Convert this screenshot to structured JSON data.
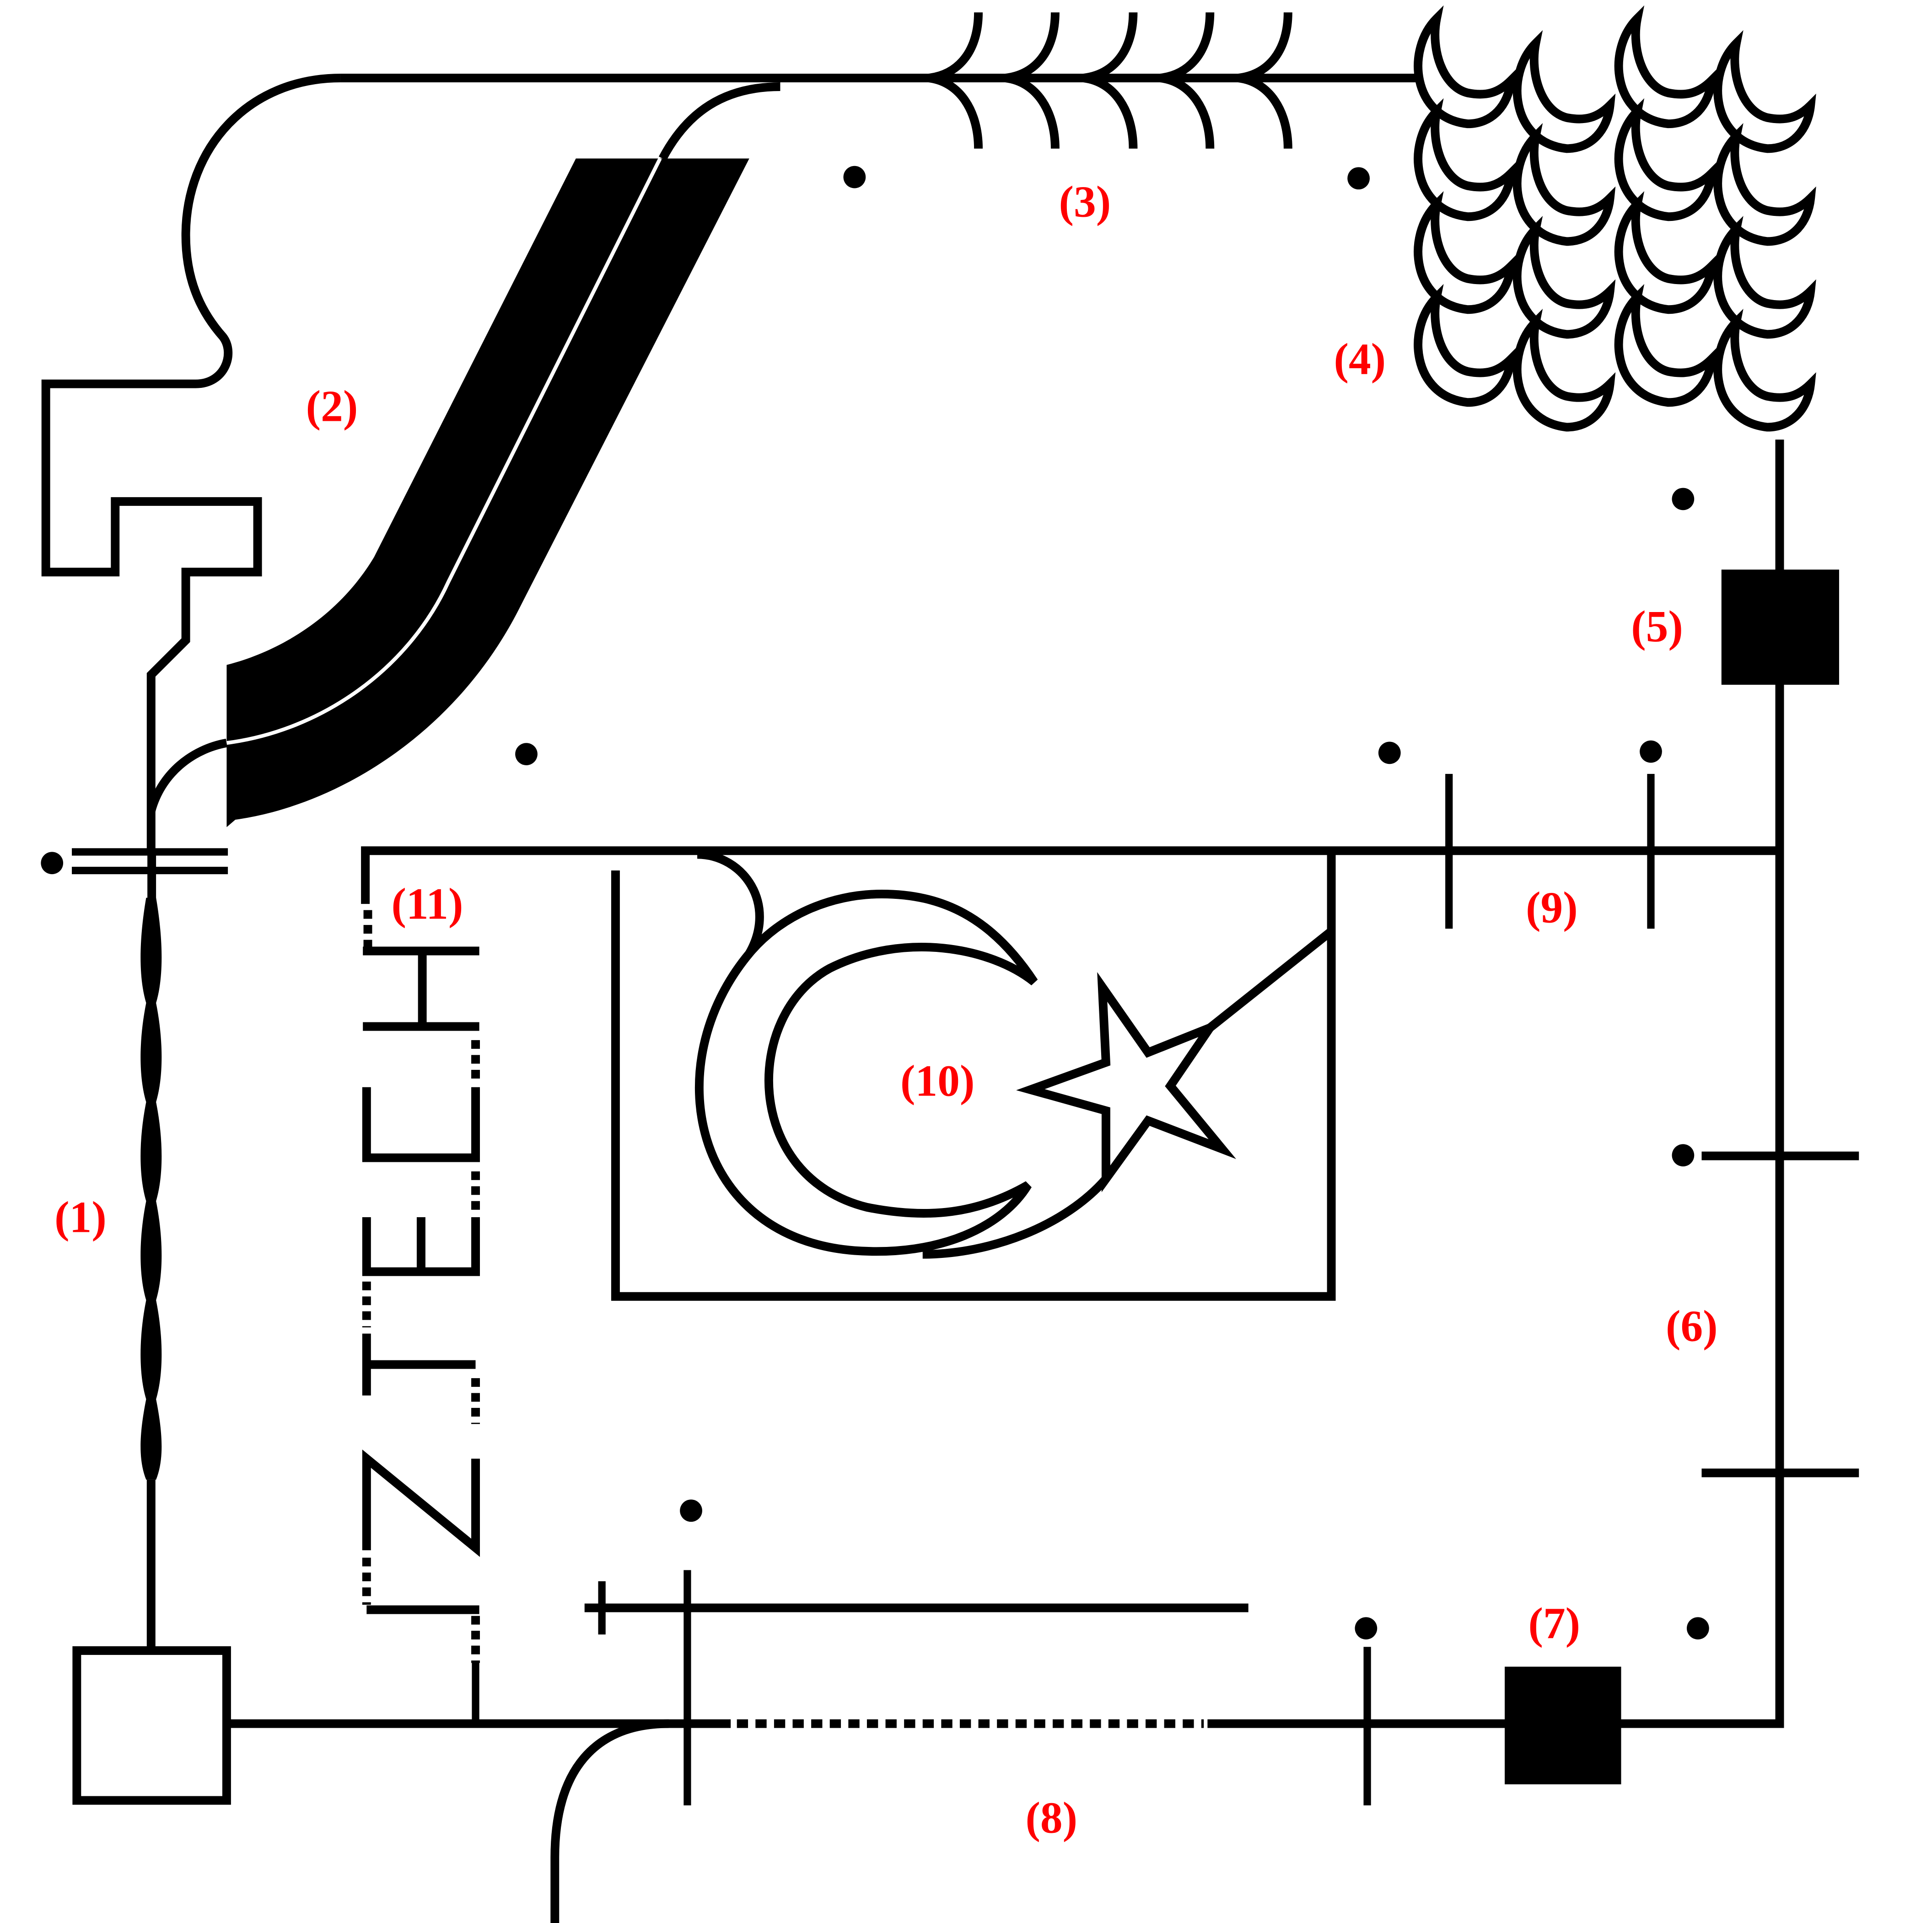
{
  "diagram": {
    "title": "Track layout with numbered obstacle sections",
    "line_color": "#000000",
    "label_color": "#ff0000",
    "labels": [
      {
        "id": "1",
        "text": "(1)"
      },
      {
        "id": "2",
        "text": "(2)"
      },
      {
        "id": "3",
        "text": "(3)"
      },
      {
        "id": "4",
        "text": "(4)"
      },
      {
        "id": "5",
        "text": "(5)"
      },
      {
        "id": "6",
        "text": "(6)"
      },
      {
        "id": "7",
        "text": "(7)"
      },
      {
        "id": "8",
        "text": "(8)"
      },
      {
        "id": "9",
        "text": "(9)"
      },
      {
        "id": "10",
        "text": "(10)"
      },
      {
        "id": "11",
        "text": "(11)"
      }
    ],
    "sections": [
      {
        "id": "1",
        "name": "wavy-line-section"
      },
      {
        "id": "2",
        "name": "thick-curved-band-section"
      },
      {
        "id": "3",
        "name": "fishbone-arcs-section"
      },
      {
        "id": "4",
        "name": "crescent-scale-pattern-section"
      },
      {
        "id": "5",
        "name": "filled-square-obstacle"
      },
      {
        "id": "6",
        "name": "crossbar-markers-section"
      },
      {
        "id": "7",
        "name": "filled-square-obstacle"
      },
      {
        "id": "8",
        "name": "dashed-line-section"
      },
      {
        "id": "9",
        "name": "crossbar-markers-section"
      },
      {
        "id": "10",
        "name": "crescent-and-star-section"
      },
      {
        "id": "11",
        "name": "iztech-lettering-section"
      }
    ],
    "lettering": "IZTECH"
  }
}
